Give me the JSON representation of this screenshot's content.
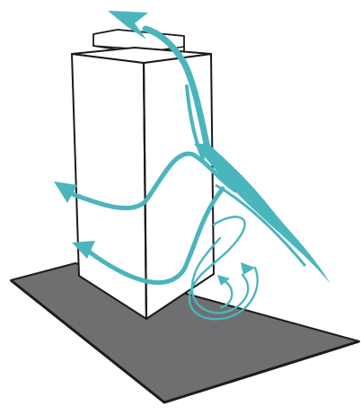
{
  "diagram": {
    "subject": "tall-building-wind-flow",
    "colors": {
      "ground": "#6f6f71",
      "ground_edge": "#1c1c1c",
      "building_face": "#ffffff",
      "building_edge": "#1a1a1a",
      "wind": "#4ab5bd"
    },
    "elements": [
      "ground-plane",
      "tower-block",
      "roof-parapet",
      "upwash-flow-arrow",
      "downwash-flow",
      "side-flow-arrow-upper",
      "side-flow-arrow-lower",
      "ground-vortex"
    ]
  }
}
